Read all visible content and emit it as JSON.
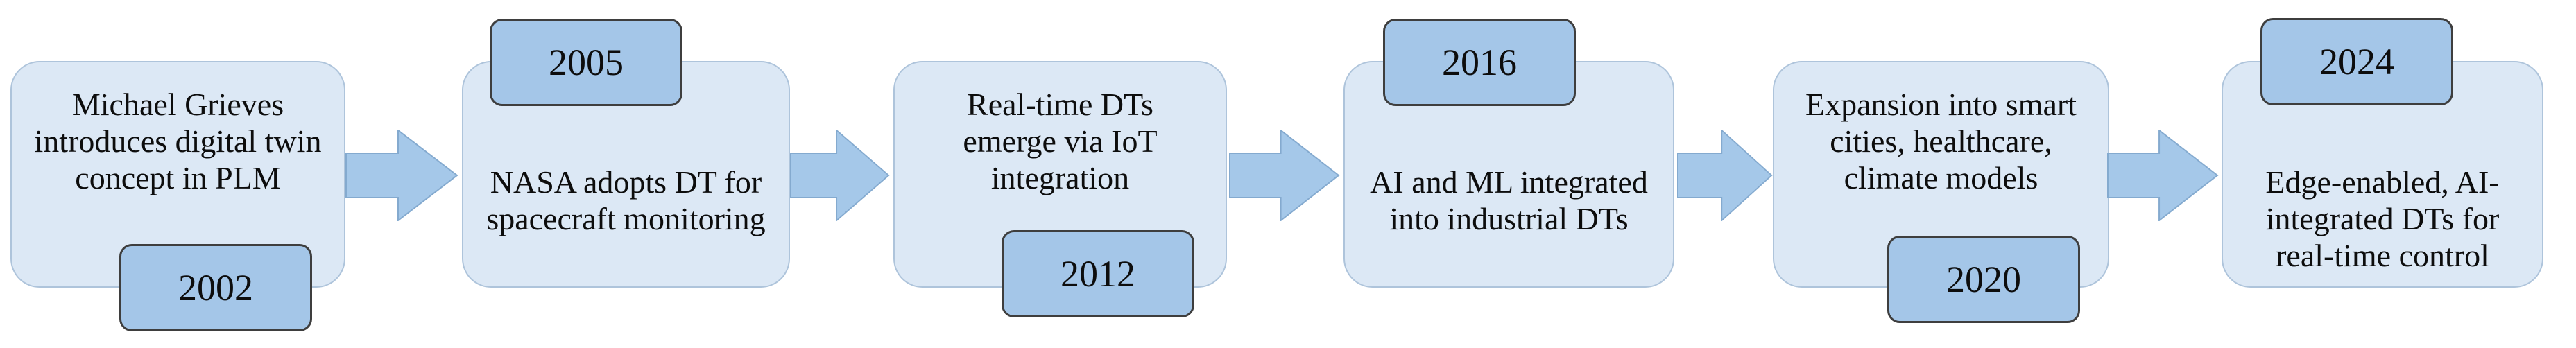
{
  "diagram": {
    "type": "timeline",
    "subject": "digital twin milestones",
    "milestones": [
      {
        "year": "2002",
        "badge_position": "bottom",
        "text": "Michael Grieves introduces digital twin concept in PLM",
        "lines": [
          "Michael Grieves",
          "introduces digital twin",
          "concept in PLM"
        ]
      },
      {
        "year": "2005",
        "badge_position": "top",
        "text": "NASA adopts DT for spacecraft monitoring",
        "lines": [
          "NASA adopts DT for",
          "spacecraft monitoring"
        ]
      },
      {
        "year": "2012",
        "badge_position": "bottom",
        "text": "Real-time DTs emerge via IoT integration",
        "lines": [
          "Real-time DTs",
          "emerge via IoT",
          "integration"
        ]
      },
      {
        "year": "2016",
        "badge_position": "top",
        "text": "AI and ML integrated into industrial DTs",
        "lines": [
          "AI and ML integrated",
          "into industrial DTs"
        ]
      },
      {
        "year": "2020",
        "badge_position": "bottom",
        "text": "Expansion into smart cities, healthcare, climate models",
        "lines": [
          "Expansion into smart",
          "cities, healthcare,",
          "climate models"
        ]
      },
      {
        "year": "2024",
        "badge_position": "top",
        "text": "Edge-enabled, AI-integrated DTs for real-time control",
        "lines": [
          "Edge-enabled, AI-",
          "integrated DTs for",
          "real-time control"
        ]
      }
    ],
    "colors": {
      "box_fill": "#dce8f5",
      "box_border": "#aec4db",
      "badge_fill": "#a4c6e8",
      "badge_border": "#3e3e3e",
      "arrow_fill": "#a5c8e9",
      "arrow_border": "#84aacf",
      "text": "#0d0d0d",
      "background": "#ffffff"
    }
  }
}
